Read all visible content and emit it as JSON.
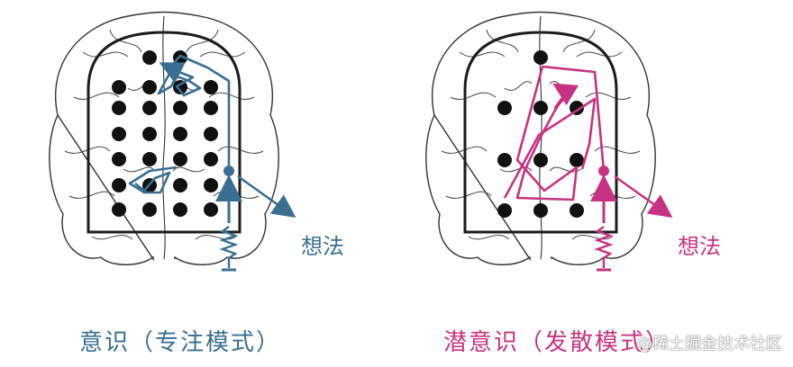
{
  "colors": {
    "focused": "#3a6f92",
    "diffuse": "#c83283",
    "outline": "#1c1c1c",
    "brain_line": "#333333",
    "dot": "#111111"
  },
  "left_panel": {
    "thought_label": "想法",
    "caption": "意识（专注模式）"
  },
  "right_panel": {
    "thought_label": "想法",
    "caption": "潜意识（发散模式）"
  },
  "watermark": "@稀土掘金技术社区"
}
